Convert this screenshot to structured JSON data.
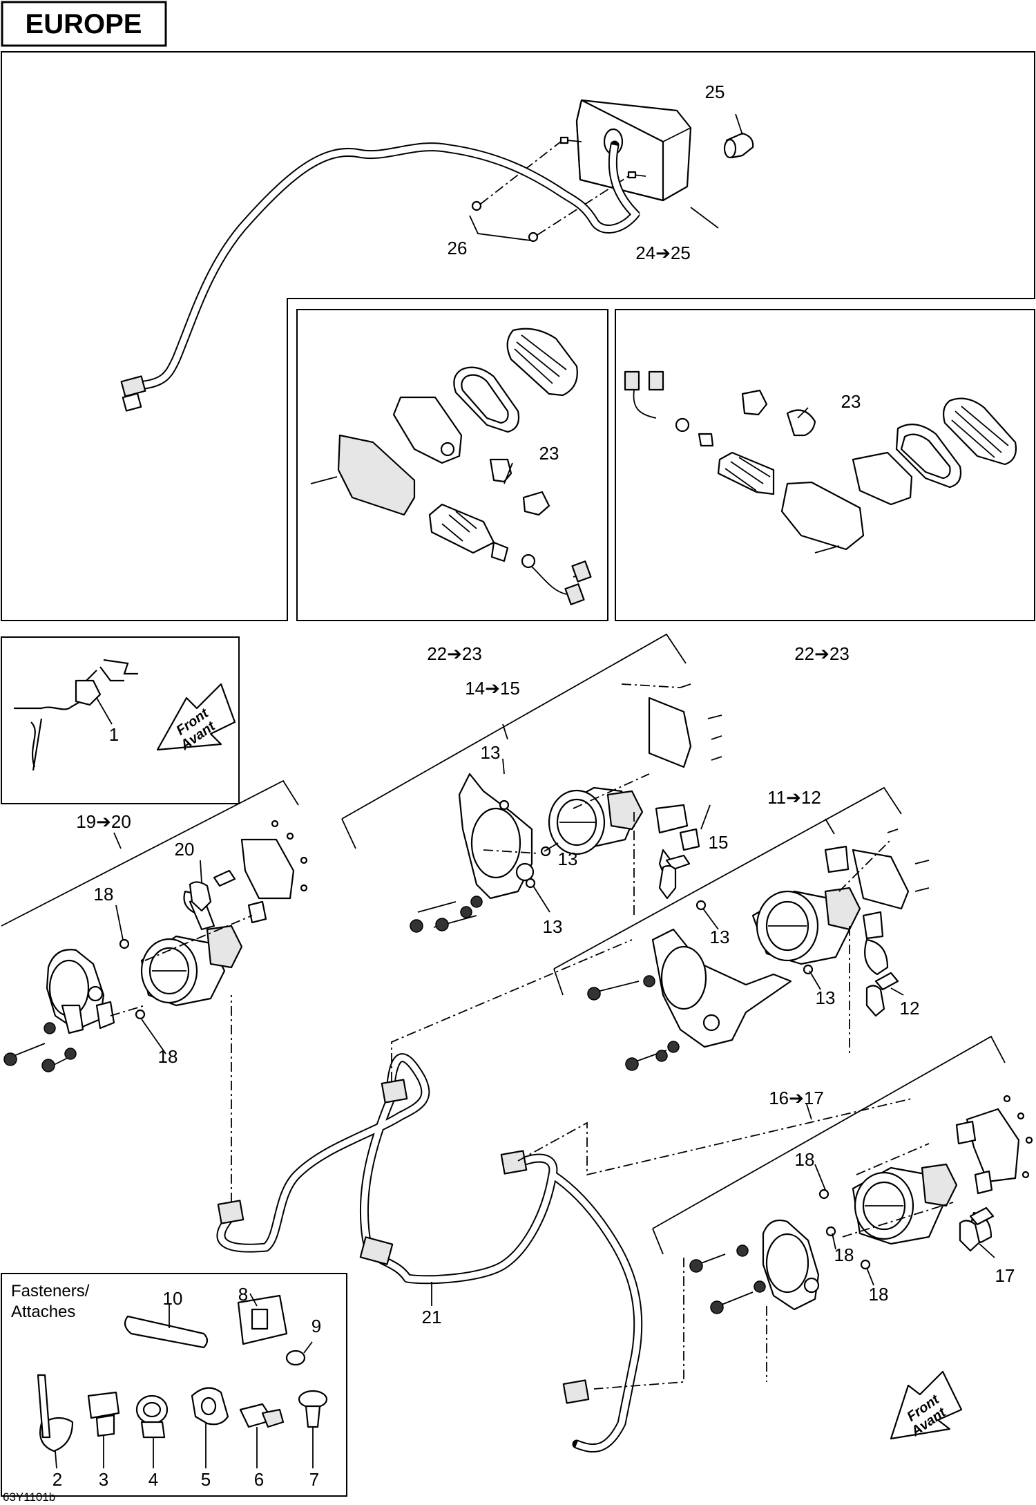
{
  "region_tag": "EUROPE",
  "drawing_number": "63Y1101b",
  "fasteners_box": {
    "title_line1": "Fasteners/",
    "title_line2": "Attaches"
  },
  "direction_arrows": [
    {
      "line1": "Front",
      "line2": "Avant"
    },
    {
      "line1": "Front",
      "line2": "Avant"
    }
  ],
  "callouts": {
    "c1": "1",
    "c2": "2",
    "c3": "3",
    "c4": "4",
    "c5": "5",
    "c6": "6",
    "c7": "7",
    "c8": "8",
    "c9": "9",
    "c10": "10",
    "c12": "12",
    "c13a": "13",
    "c13b": "13",
    "c13c": "13",
    "c13d": "13",
    "c13e": "13",
    "c15": "15",
    "c17": "17",
    "c18a": "18",
    "c18b": "18",
    "c18c": "18",
    "c18d": "18",
    "c18e": "18",
    "c20": "20",
    "c21": "21",
    "c23a": "23",
    "c23b": "23",
    "c25": "25",
    "c26": "26",
    "g24_25": "24➔25",
    "g22_23a": "22➔23",
    "g22_23b": "22➔23",
    "g14_15": "14➔15",
    "g11_12": "11➔12",
    "g19_20": "19➔20",
    "g16_17": "16➔17"
  }
}
